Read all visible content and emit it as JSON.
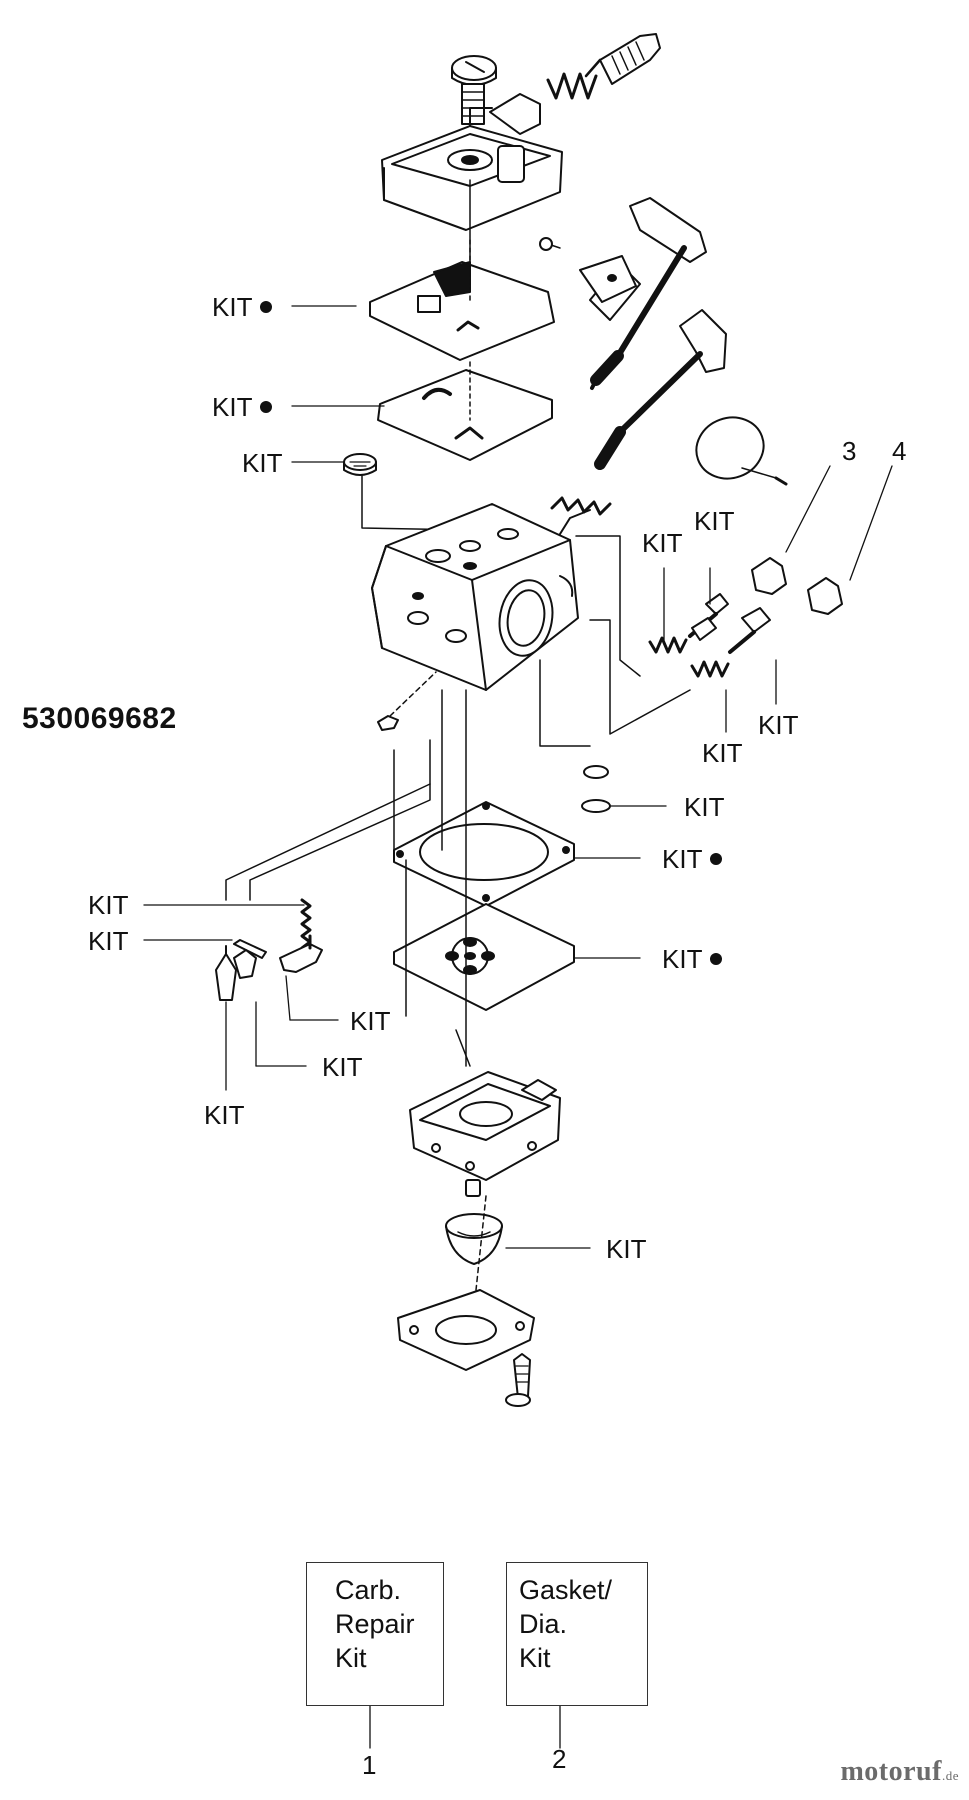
{
  "part_number": "530069682",
  "callouts": [
    {
      "text": "KIT",
      "dot": true
    },
    {
      "text": "KIT",
      "dot": true
    },
    {
      "text": "KIT",
      "dot": false
    },
    {
      "text": "KIT",
      "dot": false
    },
    {
      "text": "KIT",
      "dot": false
    },
    {
      "text": "KIT",
      "dot": false
    },
    {
      "text": "KIT",
      "dot": false
    },
    {
      "text": "KIT",
      "dot": false
    },
    {
      "text": "KIT",
      "dot": true
    },
    {
      "text": "KIT",
      "dot": true
    },
    {
      "text": "KIT",
      "dot": false
    },
    {
      "text": "KIT",
      "dot": false
    },
    {
      "text": "KIT",
      "dot": false
    },
    {
      "text": "KIT",
      "dot": false
    },
    {
      "text": "KIT",
      "dot": false
    },
    {
      "text": "KIT",
      "dot": false
    }
  ],
  "ref_numbers": [
    "3",
    "4"
  ],
  "kit_boxes": [
    {
      "lines": [
        "Carb.",
        "Repair",
        "Kit"
      ],
      "number": "1"
    },
    {
      "lines": [
        "Gasket/",
        "Dia.",
        "Kit"
      ],
      "number": "2"
    }
  ],
  "watermark": {
    "brand": "motoruf",
    "suffix": ".de"
  }
}
